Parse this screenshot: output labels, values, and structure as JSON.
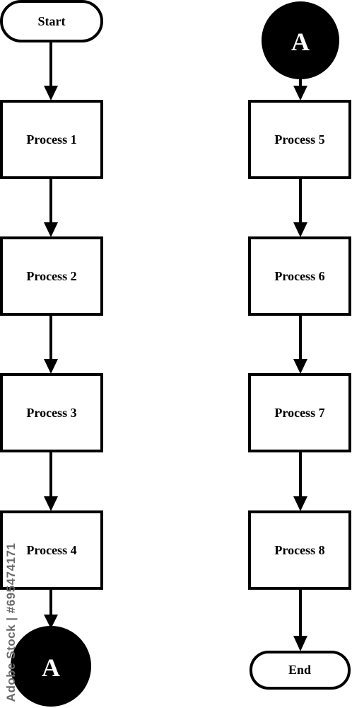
{
  "diagram": {
    "nodes": {
      "start": {
        "label": "Start",
        "shape": "terminator"
      },
      "process_1": {
        "label": "Process 1",
        "shape": "process"
      },
      "process_2": {
        "label": "Process 2",
        "shape": "process"
      },
      "process_3": {
        "label": "Process 3",
        "shape": "process"
      },
      "process_4": {
        "label": "Process 4",
        "shape": "process"
      },
      "connector_out": {
        "label": "A",
        "shape": "connector"
      },
      "connector_in": {
        "label": "A",
        "shape": "connector"
      },
      "process_5": {
        "label": "Process 5",
        "shape": "process"
      },
      "process_6": {
        "label": "Process 6",
        "shape": "process"
      },
      "process_7": {
        "label": "Process 7",
        "shape": "process"
      },
      "process_8": {
        "label": "Process 8",
        "shape": "process"
      },
      "end": {
        "label": "End",
        "shape": "terminator"
      }
    },
    "edges": [
      {
        "from": "start",
        "to": "process_1"
      },
      {
        "from": "process_1",
        "to": "process_2"
      },
      {
        "from": "process_2",
        "to": "process_3"
      },
      {
        "from": "process_3",
        "to": "process_4"
      },
      {
        "from": "process_4",
        "to": "connector_out"
      },
      {
        "from": "connector_in",
        "to": "process_5"
      },
      {
        "from": "process_5",
        "to": "process_6"
      },
      {
        "from": "process_6",
        "to": "process_7"
      },
      {
        "from": "process_7",
        "to": "process_8"
      },
      {
        "from": "process_8",
        "to": "end"
      }
    ],
    "colors": {
      "stroke": "#000000",
      "fill": "#ffffff",
      "connector_fill": "#000000",
      "connector_text": "#ffffff"
    }
  },
  "watermark": {
    "text": "Adobe Stock | #695474171"
  }
}
